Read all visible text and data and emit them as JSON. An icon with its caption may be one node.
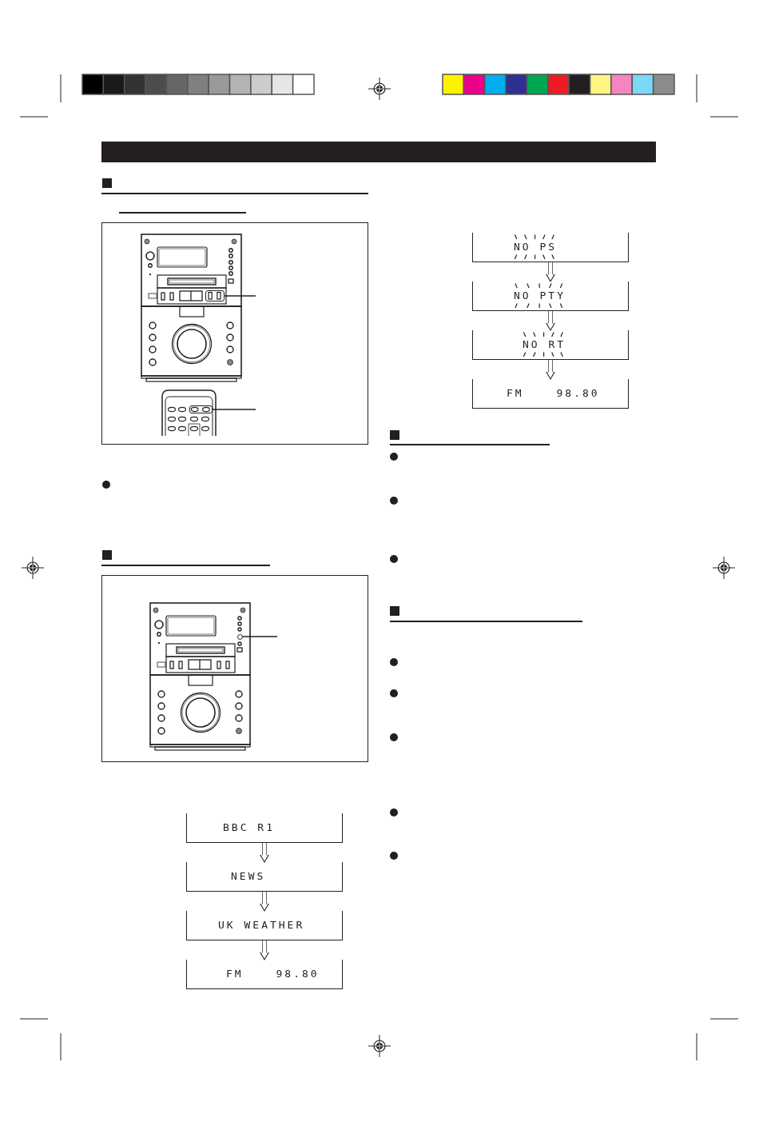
{
  "diagram": {
    "nodes": [
      {
        "text": [],
        "shape": "box"
      },
      {
        "text": [],
        "shape": "box"
      },
      {
        "text": [],
        "shape": "circle"
      },
      {
        "text": [
          "BBC R1"
        ]
      },
      {
        "text": [
          "NEWS"
        ]
      },
      {
        "text": [
          "UK WEATHER"
        ]
      },
      {
        "text": [
          "FM 98.80"
        ]
      },
      {
        "text": [
          "NO PS"
        ]
      },
      {
        "text": [
          "NO PTY"
        ]
      },
      {
        "text": [
          "NO RT"
        ]
      },
      {
        "text": [
          "FM 98.80"
        ]
      }
    ],
    "edges": [
      {
        "from": null,
        "to": 0,
        "arrow": "none"
      },
      {
        "from": null,
        "to": 1,
        "arrow": "none"
      },
      {
        "from": null,
        "to": 2,
        "arrow": "none"
      },
      {
        "from": 3,
        "to": 4,
        "arrow": "to"
      },
      {
        "from": 4,
        "to": 5,
        "arrow": "to"
      },
      {
        "from": 5,
        "to": 6,
        "arrow": "to"
      },
      {
        "from": 7,
        "to": 8,
        "arrow": "to"
      },
      {
        "from": 8,
        "to": 9,
        "arrow": "to"
      },
      {
        "from": 9,
        "to": 10,
        "arrow": "to"
      }
    ]
  }
}
